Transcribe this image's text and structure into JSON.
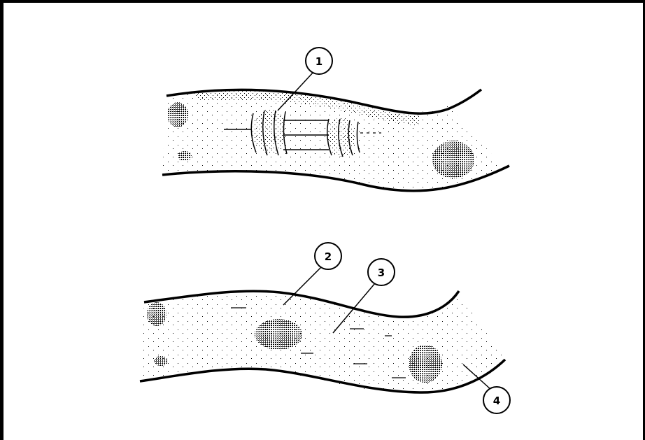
{
  "callouts": [
    {
      "id": "1",
      "label": "1"
    },
    {
      "id": "2",
      "label": "2"
    },
    {
      "id": "3",
      "label": "3"
    },
    {
      "id": "4",
      "label": "4"
    }
  ],
  "colors": {
    "line": "#000000",
    "background": "#ffffff",
    "stipple": "#000000"
  }
}
